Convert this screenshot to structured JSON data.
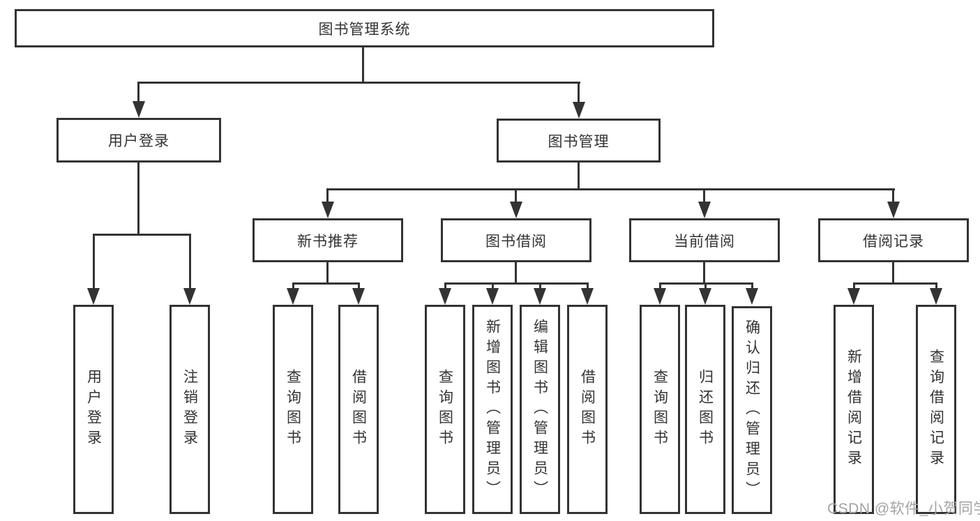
{
  "tree": {
    "label": "图书管理系统",
    "children": [
      {
        "label": "用户登录",
        "children": [
          {
            "label": "用户登录"
          },
          {
            "label": "注销登录"
          }
        ]
      },
      {
        "label": "图书管理",
        "children": [
          {
            "label": "新书推荐",
            "children": [
              {
                "label": "查询图书"
              },
              {
                "label": "借阅图书"
              }
            ]
          },
          {
            "label": "图书借阅",
            "children": [
              {
                "label": "查询图书"
              },
              {
                "label": "新增图书（管理员）"
              },
              {
                "label": "编辑图书（管理员）"
              },
              {
                "label": "借阅图书"
              }
            ]
          },
          {
            "label": "当前借阅",
            "children": [
              {
                "label": "查询图书"
              },
              {
                "label": "归还图书"
              },
              {
                "label": "确认归还（管理员）"
              }
            ]
          },
          {
            "label": "借阅记录",
            "children": [
              {
                "label": "新增借阅记录"
              },
              {
                "label": "查询借阅记录"
              }
            ]
          }
        ]
      }
    ]
  },
  "watermark": {
    "text": "CSDN @软件_小贺同学"
  },
  "colors": {
    "line": "#333333",
    "text": "#333333",
    "watermark": "#a3a3a3",
    "background": "#ffffff"
  }
}
